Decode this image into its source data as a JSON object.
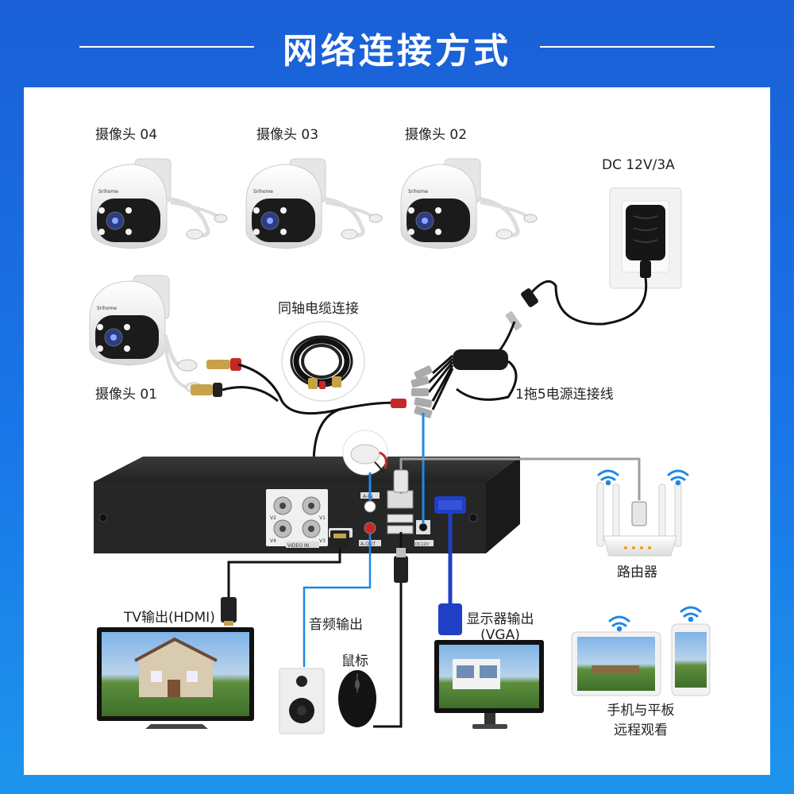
{
  "header": {
    "title": "网络连接方式"
  },
  "labels": {
    "camera_04": "摄像头 04",
    "camera_03": "摄像头 03",
    "camera_02": "摄像头 02",
    "camera_01": "摄像头 01",
    "power_supply": "DC 12V/3A",
    "coax_cable": "同轴电缆连接",
    "splitter": "1拖5电源连接线",
    "router": "路由器",
    "tv_output": "TV输出(HDMI)",
    "audio_output": "音频输出",
    "mouse": "鼠标",
    "monitor_output_1": "显示器输出",
    "monitor_output_2": "(VGA)",
    "mobile_1": "手机与平板",
    "mobile_2": "远程观看"
  },
  "dvr_port_labels": {
    "video_in": "VIDEO IN",
    "v1": "V1",
    "v2": "V2",
    "v3": "V3",
    "v4": "V4",
    "audio_in": "A-IN",
    "audio_out": "A-OUT",
    "dc12v": "DC12V"
  },
  "brand": "Srihome",
  "colors": {
    "header_bg": "#1a5fd6",
    "accent_cable": "#1e88e5",
    "dvr_body": "#2a2a2a",
    "cable_black": "#111111",
    "cable_gray": "#9e9e9e",
    "vga_blue": "#1f3fc4"
  }
}
